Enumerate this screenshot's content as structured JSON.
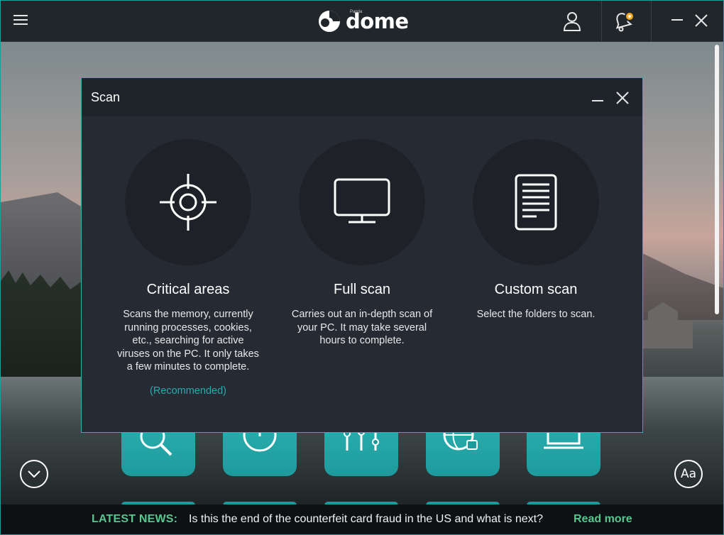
{
  "app": {
    "brand": "dome",
    "brand_small": "Panda"
  },
  "dialog": {
    "title": "Scan",
    "options": [
      {
        "title": "Critical areas",
        "description": "Scans the memory, currently running processes, cookies, etc., searching for active viruses on the PC. It only takes a few minutes to complete.",
        "recommendation": "(Recommended)",
        "icon": "crosshair-icon"
      },
      {
        "title": "Full scan",
        "description": "Carries out an in-depth scan of your PC. It may take several hours to complete.",
        "icon": "monitor-icon"
      },
      {
        "title": "Custom scan",
        "description": "Select the folders to scan.",
        "icon": "document-icon"
      }
    ]
  },
  "controls": {
    "font_button": "Aa"
  },
  "news": {
    "label": "LATEST NEWS:",
    "headline": "Is this the end of the counterfeit card fraud in the US and what is next?",
    "link": "Read more"
  },
  "colors": {
    "accent": "#2ab3b5",
    "news_green": "#57c78f",
    "notification_dot": "#f5a623"
  }
}
